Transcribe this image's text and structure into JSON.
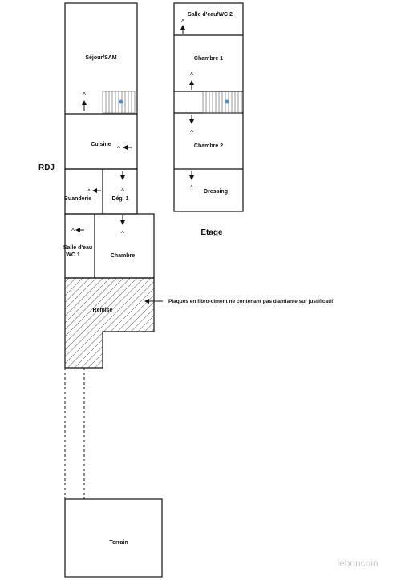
{
  "labels": {
    "rdj": "RDJ",
    "etage": "Etage",
    "sejour": "Séjour/SAM",
    "cuisine": "Cuisine",
    "buanderie": "Buanderie",
    "deg1": "Dég. 1",
    "salle_eau_wc1_line1": "Salle d'eau",
    "salle_eau_wc1_line2": "WC 1",
    "chambre": "Chambre",
    "remise": "Remise",
    "terrain": "Terrain",
    "salle_eau_wc2": "Salle d'eau/WC 2",
    "chambre1": "Chambre 1",
    "chambre2": "Chambre 2",
    "dressing": "Dressing",
    "note": "Plaques en fibro-ciment ne contenant pas d'amiante sur justificatif",
    "caret": "^"
  },
  "watermark": {
    "text": "leboncoin",
    "color": "#c9c9c9"
  },
  "colors": {
    "stair_dot": "#4a90d9",
    "line": "#111111"
  }
}
